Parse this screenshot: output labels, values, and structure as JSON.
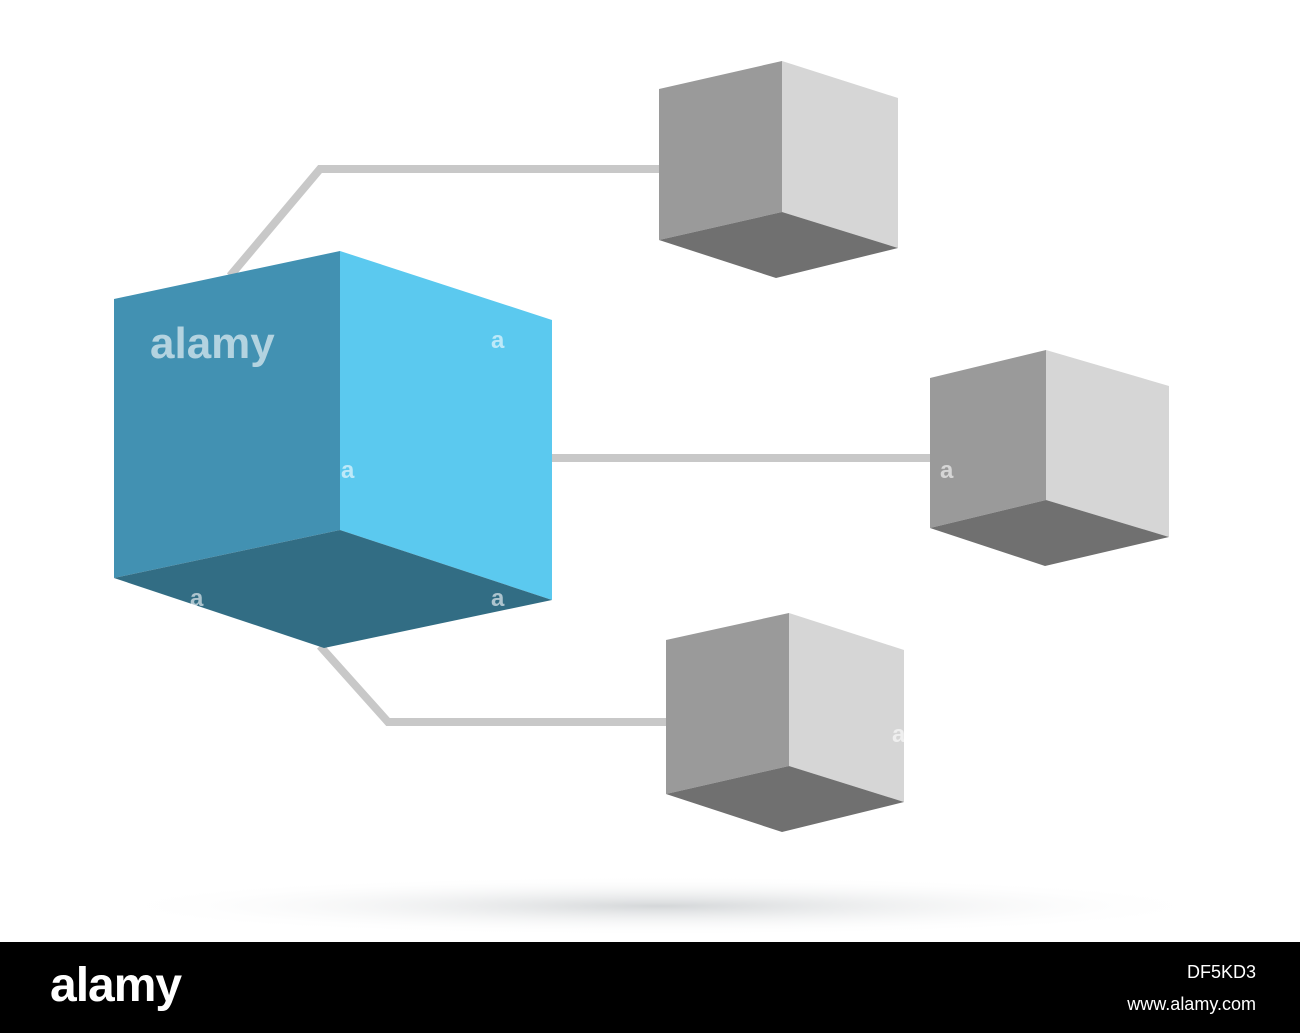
{
  "colors": {
    "background": "#ffffff",
    "connector": "#c8c8c8",
    "main_left": "#4291b2",
    "main_right": "#5bc9ef",
    "main_bottom": "#326d84",
    "gray_left": "#9a9a9a",
    "gray_right": "#d6d6d6",
    "gray_bottom": "#707070",
    "footer_bg": "#000000",
    "footer_text": "#ffffff"
  },
  "watermark": {
    "word": "alamy",
    "letter": "a"
  },
  "footer": {
    "logo": "alamy",
    "image_id": "DF5KD3",
    "url": "www.alamy.com"
  }
}
